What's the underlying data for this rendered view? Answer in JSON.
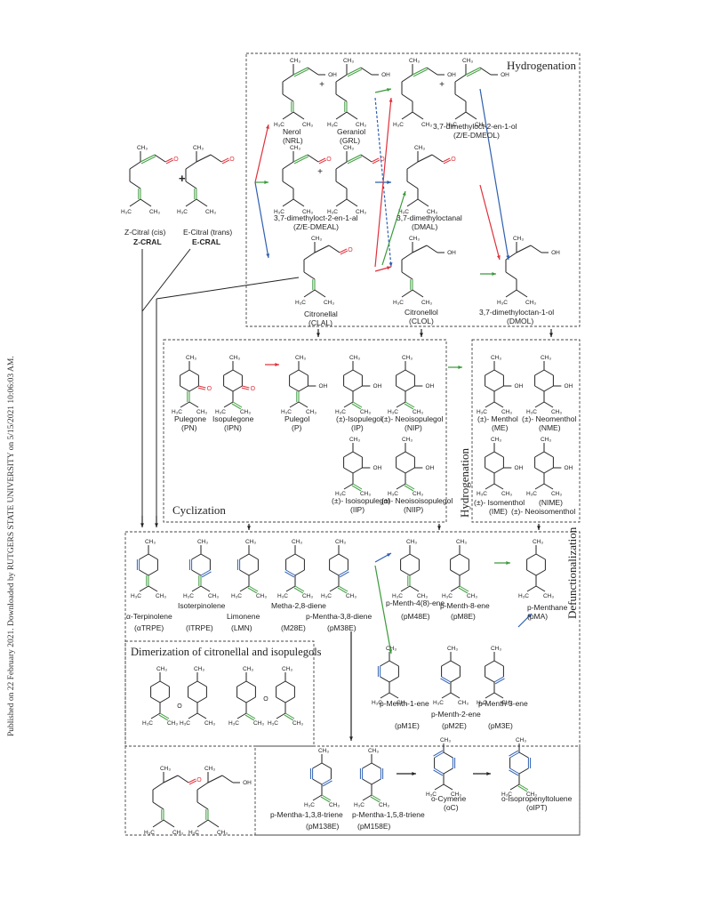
{
  "side_note": "Published on 22 February 2021. Downloaded by RUTGERS STATE UNIVERSITY on 5/15/2021 10:06:03 AM.",
  "sections": {
    "hydrogenation_top": "Hydrogenation",
    "cyclization": "Cyclization",
    "hydrogenation_side": "Hydrogenation",
    "defunctionalization": "Defunctionalization",
    "dimerization": "Dimerization of citronellal and isopulegols"
  },
  "starting": {
    "z_name": "Z-Citral (cis)",
    "z_abbr": "Z-CRAL",
    "e_name": "E-Citral (trans)",
    "e_abbr": "E-CRAL",
    "plus": "+"
  },
  "hydro": {
    "nerol": [
      "Nerol",
      "(NRL)"
    ],
    "geraniol": [
      "Geraniol",
      "(GRL)"
    ],
    "dmeol": [
      "3,7-dimethyloct-2-en-1-ol",
      "(Z/E-DMEOL)"
    ],
    "dmeal": [
      "3,7-dimethyloct-2-en-1-al",
      "(Z/E-DMEAL)"
    ],
    "dmal": [
      "3,7-dimethyloctanal",
      "(DMAL)"
    ],
    "clal": [
      "Citronellal",
      "(CLAL)"
    ],
    "clol": [
      "Citronellol",
      "(CLOL)"
    ],
    "dmol": [
      "3,7-dimethyloctan-1-ol",
      "(DMOL)"
    ]
  },
  "cyclo": {
    "pn": [
      "Pulegone",
      "(PN)"
    ],
    "ipn": [
      "Isopulegone",
      "(IPN)"
    ],
    "p": [
      "Pulegol",
      "(P)"
    ],
    "ip": [
      "(±)-Isopulegol",
      "(IP)"
    ],
    "nip": [
      "(±)- Neoisopulegol",
      "(NIP)"
    ],
    "iip": [
      "(±)- Isoisopulegol",
      "(IIP)"
    ],
    "niip": [
      "(±)- Neoisoisopulegol",
      "(NIIP)"
    ]
  },
  "menthols": {
    "me": [
      "(±)- Menthol",
      "(ME)"
    ],
    "nme": [
      "(±)- Neomenthol",
      "(NME)"
    ],
    "ime": [
      "(±)- Isomenthol",
      "(IME)"
    ],
    "nime": [
      "(NIME)",
      "(±)- Neoisomenthol"
    ]
  },
  "defunc": {
    "atrpe": [
      "α-Terpinolene",
      "(αTRPE)"
    ],
    "itrpe": [
      "Isoterpinolene",
      "(ITRPE)"
    ],
    "lmn": [
      "Limonene",
      "(LMN)"
    ],
    "m28e": [
      "Metha-2,8-diene",
      "(M28E)"
    ],
    "pm38e": [
      "p-Mentha-3,8-diene",
      "(pM38E)"
    ],
    "pm48e": [
      "p-Menth-4(8)-ene",
      "(pM48E)"
    ],
    "pm8e": [
      "p-Menth-8-ene",
      "(pM8E)"
    ],
    "pma": [
      "p-Menthane",
      "(pMA)"
    ],
    "pm1e": [
      "p-Menth-1-ene",
      "(pM1E)"
    ],
    "pm2e": [
      "p-Menth-2-ene",
      "(pM2E)"
    ],
    "pm3e": [
      "p-Menth-3-ene",
      "(pM3E)"
    ],
    "pm138e": [
      "p-Mentha-1,3,8-triene",
      "(pM138E)"
    ],
    "pm158e": [
      "p-Mentha-1,5,8-triene",
      "(pM158E)"
    ],
    "oc": [
      "o-Cymene",
      "(oC)"
    ],
    "oipt": [
      "o-Isopropenyltoluene",
      "(oIPT)"
    ]
  },
  "atoms": {
    "ch3": "CH₃",
    "h3c": "H₃C",
    "oh": "OH",
    "o": "O"
  }
}
